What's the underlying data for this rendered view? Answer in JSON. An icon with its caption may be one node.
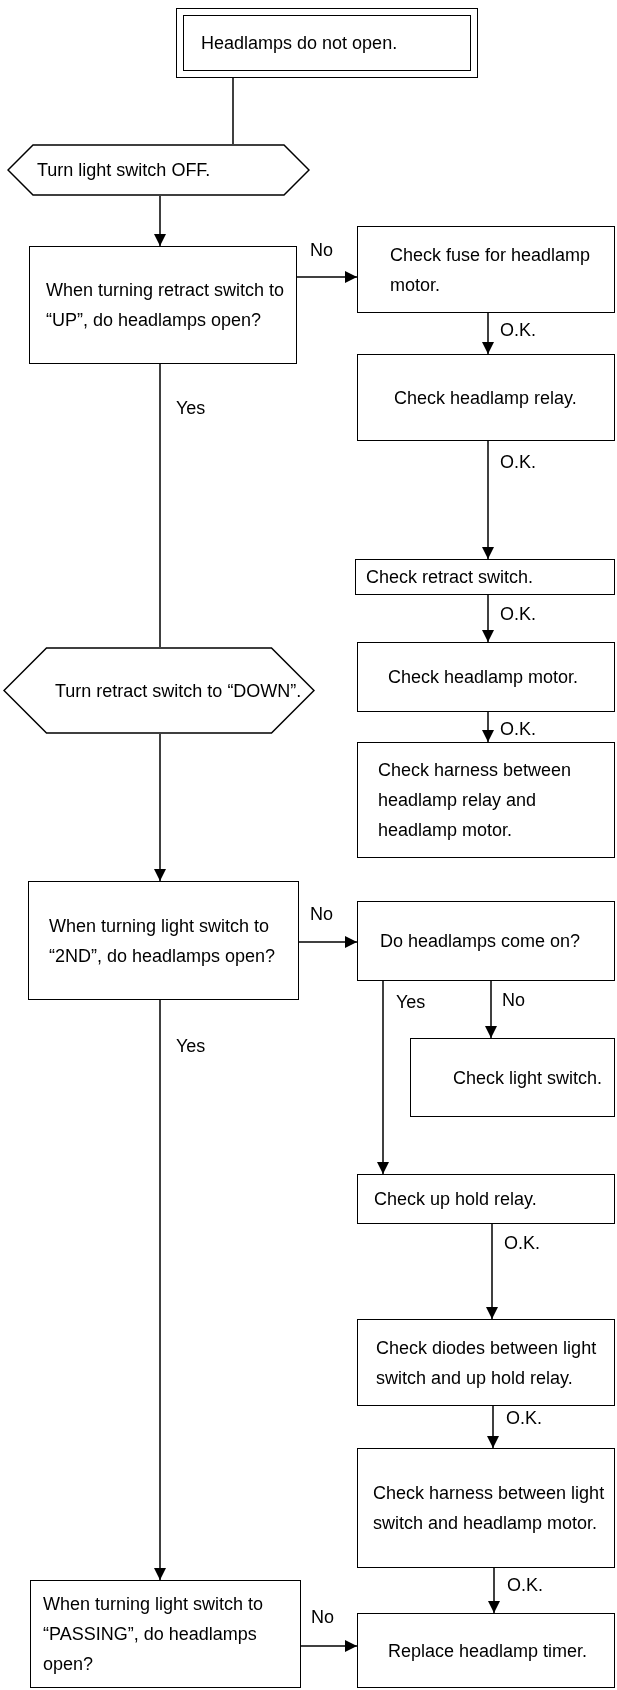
{
  "diagram": {
    "nodes": [
      {
        "text": [
          "Headlamps do not open."
        ]
      },
      {
        "text": [
          "Turn light switch OFF."
        ]
      },
      {
        "text": [
          "When turning retract switch to “UP”, do headlamps open?"
        ]
      },
      {
        "text": [
          "Check fuse for headlamp motor."
        ]
      },
      {
        "text": [
          "Check headlamp relay."
        ]
      },
      {
        "text": [
          "Check retract switch."
        ]
      },
      {
        "text": [
          "Check headlamp motor."
        ]
      },
      {
        "text": [
          "Check harness between headlamp relay and headlamp motor."
        ]
      },
      {
        "text": [
          "Turn retract switch to “DOWN”."
        ]
      },
      {
        "text": [
          "When turning light switch to “2ND”, do headlamps open?"
        ]
      },
      {
        "text": [
          "Do headlamps come on?"
        ]
      },
      {
        "text": [
          "Check light switch."
        ]
      },
      {
        "text": [
          "Check up hold relay."
        ]
      },
      {
        "text": [
          "Check diodes between light switch and up hold relay."
        ]
      },
      {
        "text": [
          "Check harness between light switch and headlamp motor."
        ]
      },
      {
        "text": [
          "When turning light switch to “PASSING”, do headlamps open?"
        ]
      },
      {
        "text": [
          "Replace headlamp timer."
        ]
      }
    ],
    "edges": [
      {
        "from": 0,
        "to": 1,
        "arrow": "none"
      },
      {
        "from": 1,
        "to": 2,
        "arrow": "to"
      },
      {
        "from": 2,
        "to": 3,
        "arrow": "to",
        "label": "No"
      },
      {
        "from": 3,
        "to": 4,
        "arrow": "to",
        "label": "O.K."
      },
      {
        "from": 4,
        "to": 5,
        "arrow": "to",
        "label": "O.K."
      },
      {
        "from": 5,
        "to": 6,
        "arrow": "to",
        "label": "O.K."
      },
      {
        "from": 6,
        "to": 7,
        "arrow": "to",
        "label": "O.K."
      },
      {
        "from": 2,
        "to": 8,
        "arrow": "none",
        "label": "Yes"
      },
      {
        "from": 8,
        "to": 9,
        "arrow": "to"
      },
      {
        "from": 9,
        "to": 10,
        "arrow": "to",
        "label": "No"
      },
      {
        "from": 10,
        "to": 12,
        "arrow": "to",
        "label": "Yes"
      },
      {
        "from": 10,
        "to": 11,
        "arrow": "to",
        "label": "No"
      },
      {
        "from": 9,
        "to": 15,
        "arrow": "to",
        "label": "Yes"
      },
      {
        "from": 12,
        "to": 13,
        "arrow": "to",
        "label": "O.K."
      },
      {
        "from": 13,
        "to": 14,
        "arrow": "to",
        "label": "O.K."
      },
      {
        "from": 14,
        "to": 16,
        "arrow": "to",
        "label": "O.K."
      },
      {
        "from": 15,
        "to": 16,
        "arrow": "to",
        "label": "No"
      }
    ]
  }
}
